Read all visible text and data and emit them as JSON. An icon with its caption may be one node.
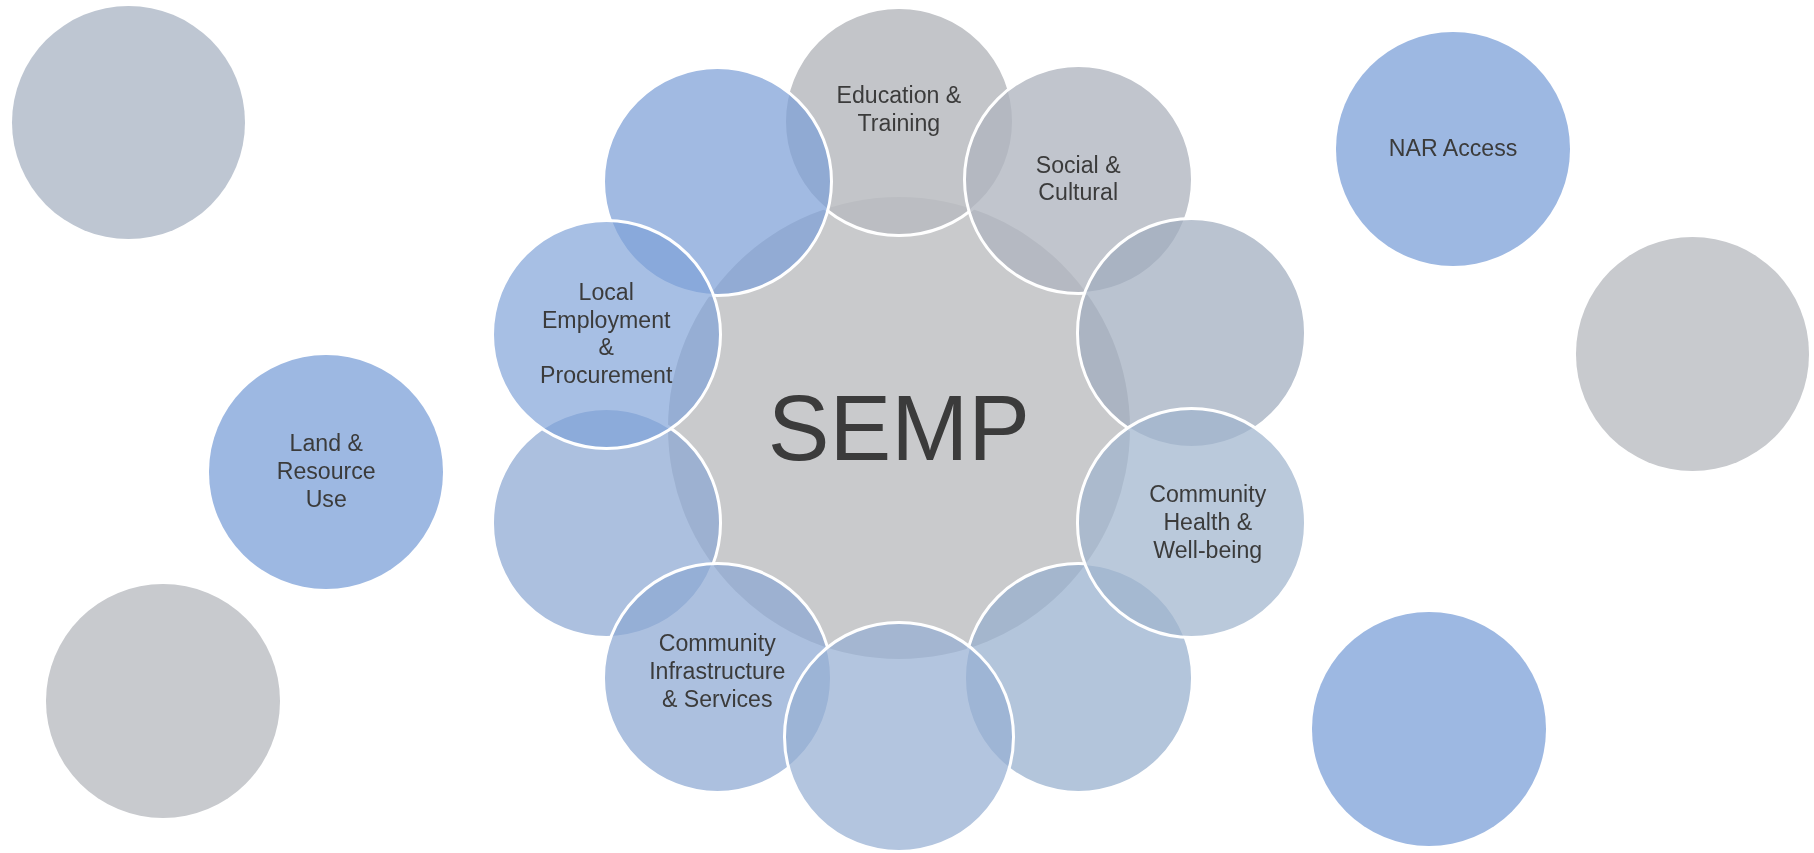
{
  "diagram": {
    "nodes": [
      {
        "text": [],
        "shape": "circle"
      },
      {
        "text": [
          "Education & Training"
        ]
      },
      {
        "text": [],
        "shape": "circle"
      },
      {
        "text": [
          "Social & Cultural"
        ]
      },
      {
        "text": [
          "NAR Access"
        ]
      },
      {
        "text": [
          "Local Employment & Procurement"
        ]
      },
      {
        "text": [],
        "shape": "circle"
      },
      {
        "text": [],
        "shape": "circle"
      },
      {
        "text": [
          "SEMP"
        ]
      },
      {
        "text": [
          "Land & Resource Use"
        ]
      },
      {
        "text": [],
        "shape": "circle"
      },
      {
        "text": [
          "Community Health & Well-being"
        ]
      },
      {
        "text": [
          "Community Infrastructure & Services"
        ]
      },
      {
        "text": [],
        "shape": "circle"
      },
      {
        "text": [],
        "shape": "circle"
      },
      {
        "text": [],
        "shape": "circle"
      },
      {
        "text": [],
        "shape": "circle"
      }
    ]
  }
}
